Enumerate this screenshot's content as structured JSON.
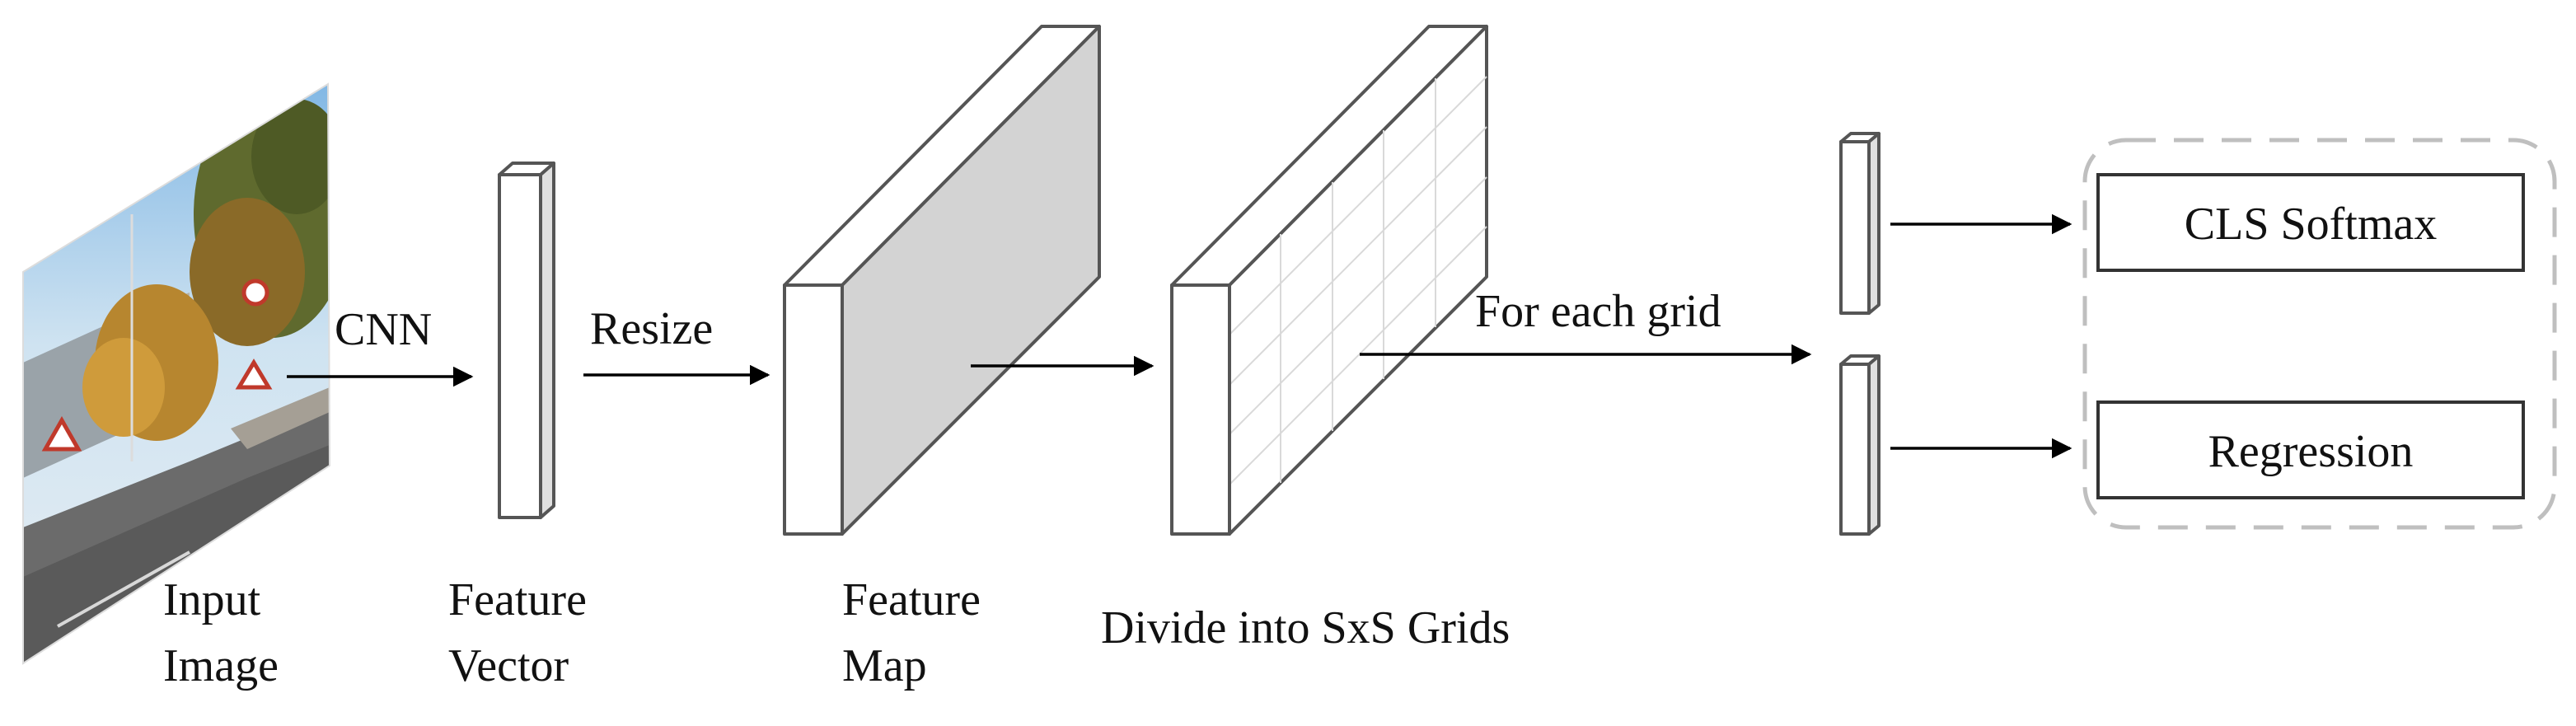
{
  "labels": {
    "cnn": "CNN",
    "resize": "Resize",
    "for_each_grid": "For each grid",
    "input_line1": "Input",
    "input_line2": "Image",
    "feature_vector_line1": "Feature",
    "feature_vector_line2": "Vector",
    "feature_map_line1": "Feature",
    "feature_map_line2": "Map",
    "divide_grids": "Divide into SxS Grids"
  },
  "outputs": {
    "cls_softmax": "CLS Softmax",
    "regression": "Regression"
  },
  "colors": {
    "feature_map_side": "#d3d3d3",
    "edge": "#555555",
    "dashed_group": "#bfbfbf"
  }
}
